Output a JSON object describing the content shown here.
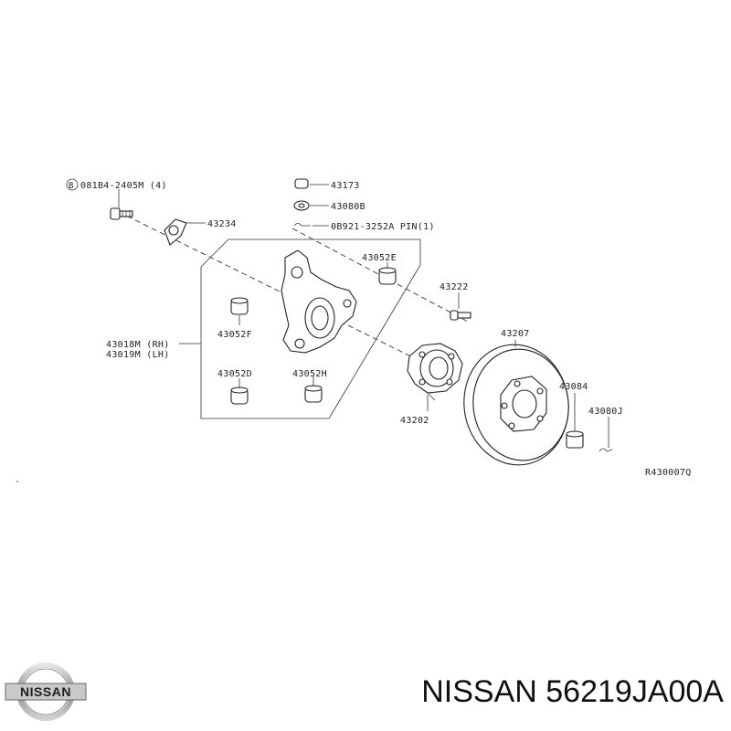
{
  "callouts": {
    "bolt_ref": "081B4-2405M (4)",
    "bolt_ref_mark": "B",
    "p43173": "43173",
    "p43080B": "43080B",
    "pin_ref": "0B921-3252A PIN(1)",
    "p43234": "43234",
    "p43052E": "43052E",
    "p43222": "43222",
    "p43207": "43207",
    "knuckle_rh": "43018M (RH)",
    "knuckle_lh": "43019M (LH)",
    "p43052F": "43052F",
    "p43052D": "43052D",
    "p43052H": "43052H",
    "p43202": "43202",
    "p43084": "43084",
    "p43080J": "43080J",
    "figure_code": "R430007Q"
  },
  "footer": {
    "logo_text": "NISSAN",
    "part_number": "NISSAN 56219JA00A"
  }
}
